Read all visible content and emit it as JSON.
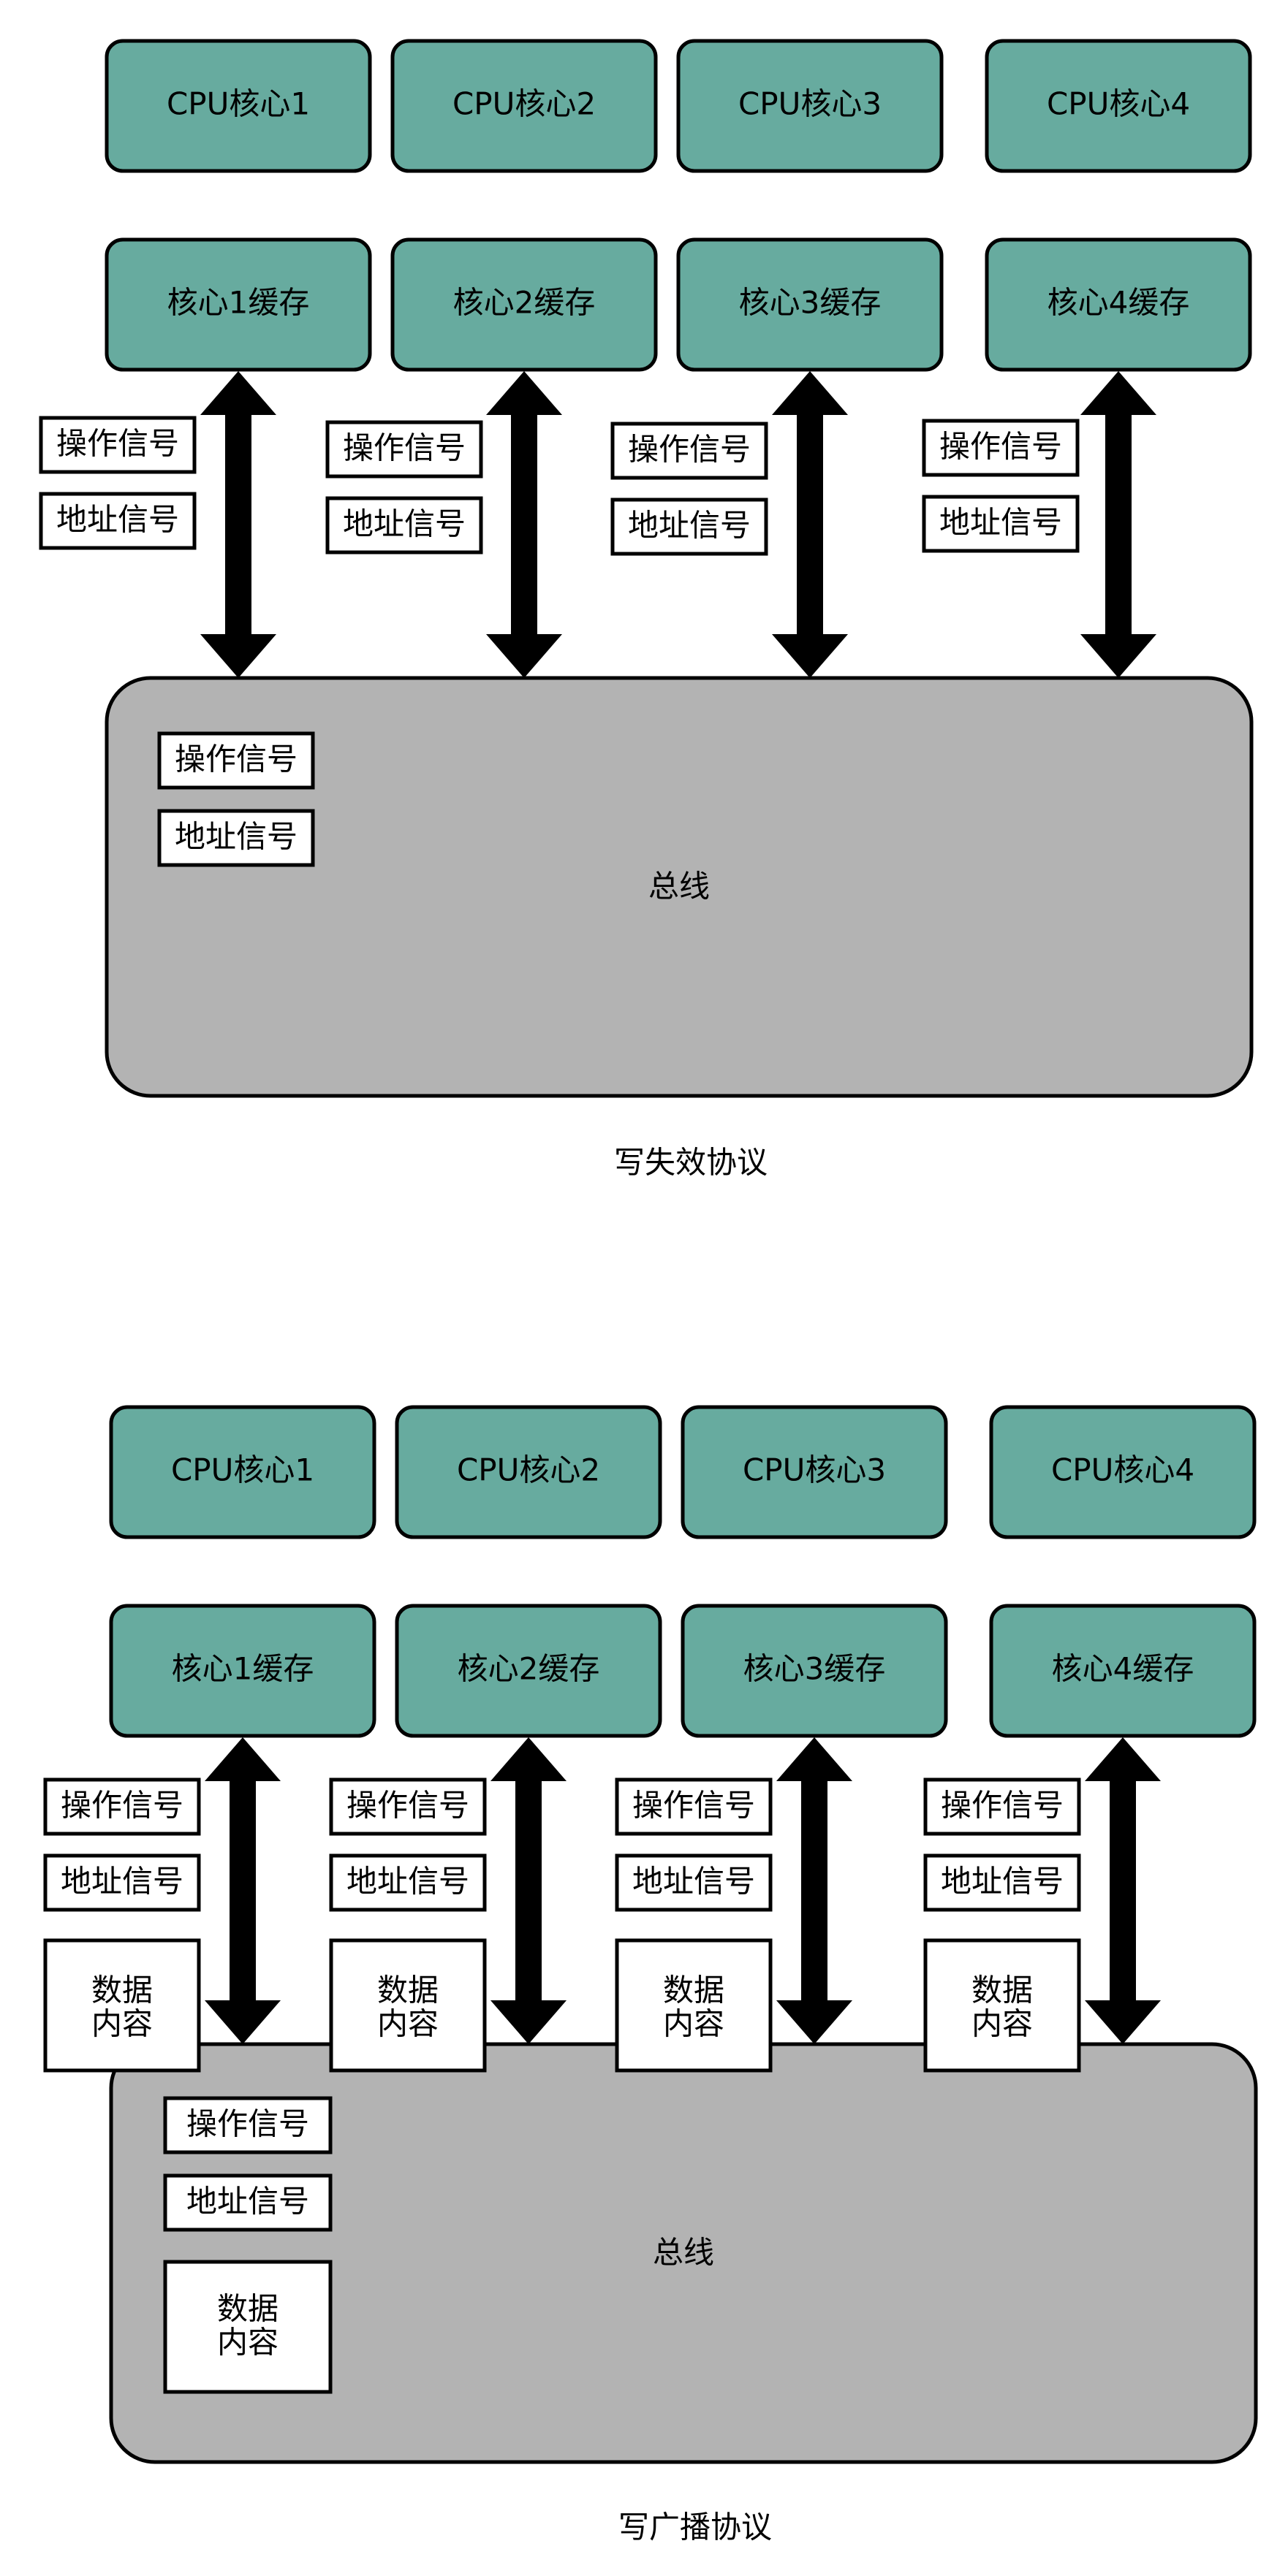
{
  "labels": {
    "cpu_cores": [
      "CPU核心1",
      "CPU核心2",
      "CPU核心3",
      "CPU核心4"
    ],
    "core_caches": [
      "核心1缓存",
      "核心2缓存",
      "核心3缓存",
      "核心4缓存"
    ],
    "op_signal": "操作信号",
    "addr_signal": "地址信号",
    "data_line1": "数据",
    "data_line2": "内容",
    "bus": "总线"
  },
  "diagrams": [
    {
      "caption": "写失效协议",
      "has_data": false
    },
    {
      "caption": "写广播协议",
      "has_data": true
    }
  ],
  "colors": {
    "core_fill": "#67ab9f",
    "bus_fill": "#b3b3b3",
    "stroke": "#000000",
    "signal_fill": "#ffffff"
  }
}
